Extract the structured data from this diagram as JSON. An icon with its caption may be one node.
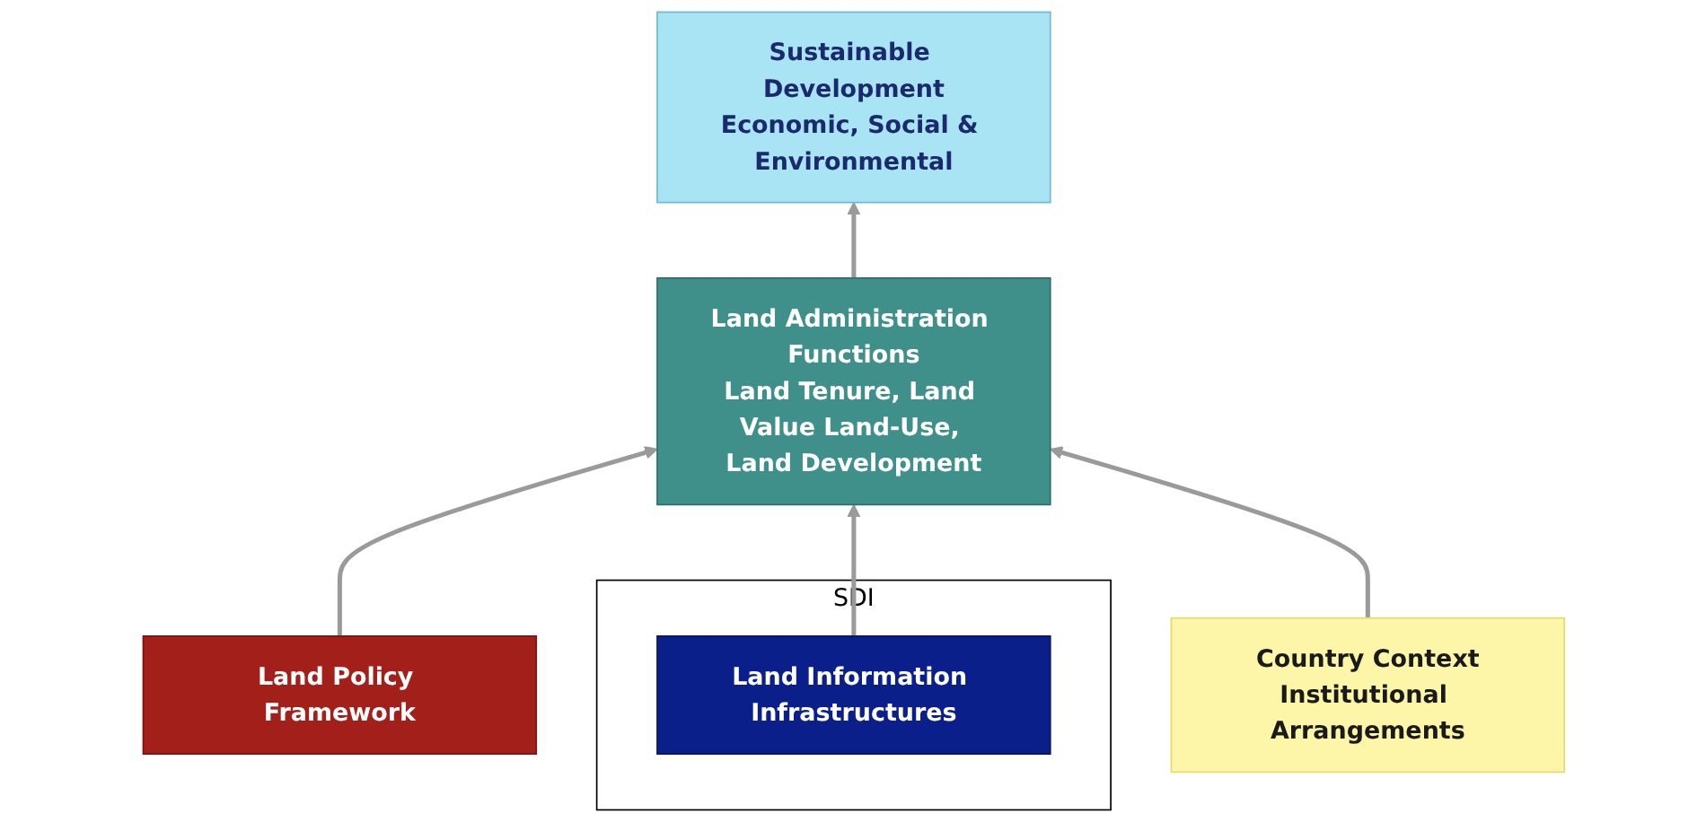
{
  "diagram": {
    "nodes": [
      {
        "text": [
          "Sustainable Development",
          "Economic, Social & Environmental"
        ]
      },
      {
        "text": [
          "Land Policy Framework"
        ]
      },
      {
        "text": [
          "Land Administration Functions",
          "Land Tenure, Land Value Land-Use, Land Development"
        ]
      },
      {
        "text": [
          "SDI"
        ]
      },
      {
        "text": [
          "Land Information Infrastructures"
        ],
        "in": 3
      },
      {
        "text": [
          "Country Context",
          "Institutional Arrangements"
        ]
      }
    ],
    "edges": [
      {
        "from": 2,
        "to": 0,
        "arrow": "to"
      },
      {
        "from": 1,
        "to": 2,
        "arrow": "to"
      },
      {
        "from": 4,
        "to": 2,
        "arrow": "to"
      },
      {
        "from": 5,
        "to": 2,
        "arrow": "to"
      }
    ]
  }
}
